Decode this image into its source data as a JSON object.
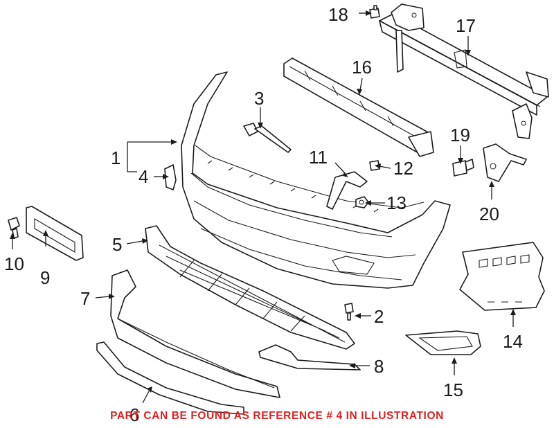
{
  "diagram": {
    "callouts": [
      "1",
      "2",
      "3",
      "4",
      "5",
      "6",
      "7",
      "8",
      "9",
      "10",
      "11",
      "12",
      "13",
      "14",
      "15",
      "16",
      "17",
      "18",
      "19",
      "20"
    ]
  },
  "note": {
    "text": "PART CAN BE FOUND AS REFERENCE # 4 IN ILLUSTRATION",
    "color": "#e02020"
  }
}
